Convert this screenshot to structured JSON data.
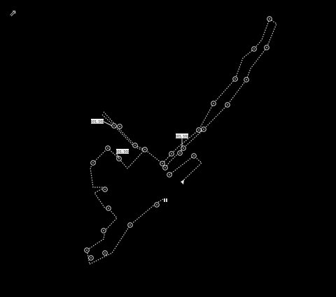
{
  "view": {
    "background_color": "#000000",
    "path_color": "#d8d8d8",
    "label_bg_color": "#f0f0f0",
    "label_text_color": "#000000"
  },
  "compass": {
    "icon": "north-arrow-icon",
    "glyph": "⇗"
  },
  "callouts": [
    {
      "text": "101, 102"
    },
    {
      "text": "101, 102"
    },
    {
      "text": "101, 102"
    }
  ],
  "waypoint_count": 31
}
